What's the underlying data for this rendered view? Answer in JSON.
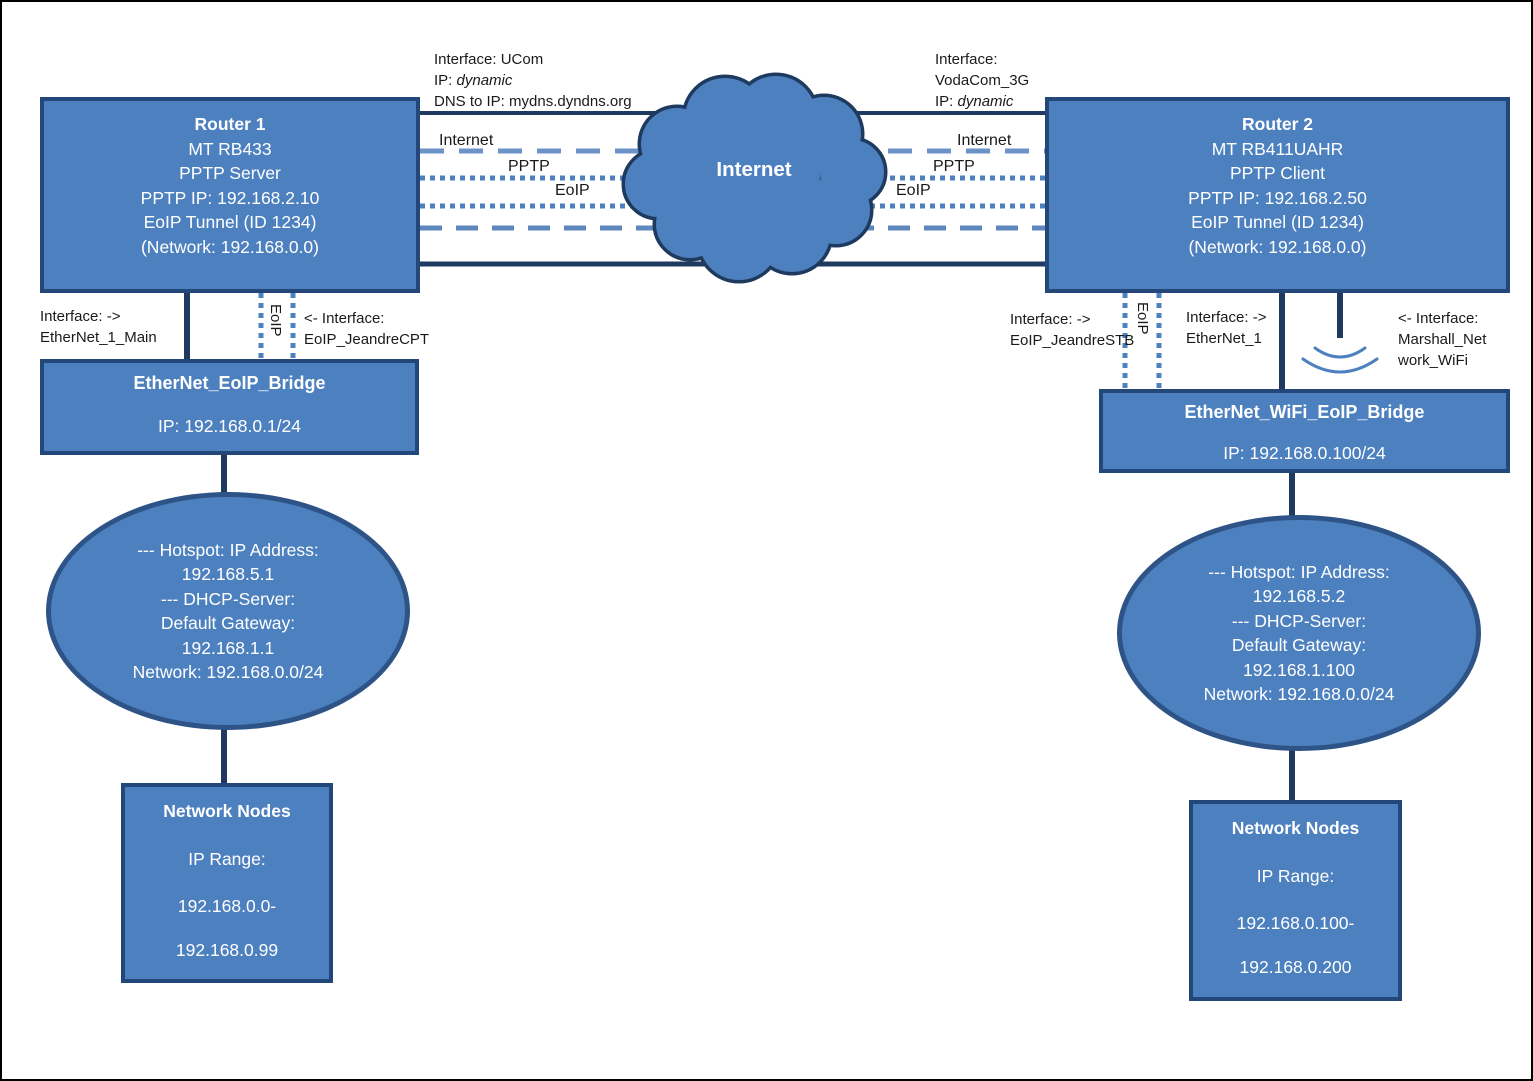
{
  "colors": {
    "box_fill": "#4d80bf",
    "box_border": "#24477a",
    "ellipse_border": "#2e5487",
    "solid_line": "#1f3a5f",
    "dashed_line": "#6b93c8",
    "dotted_line": "#4d80bf",
    "text_light": "#ffffff",
    "text_dark": "#1a1a1a"
  },
  "cloud": {
    "label": "Internet"
  },
  "tunnel_labels": {
    "left": {
      "internet": "Internet",
      "pptp": "PPTP",
      "eoip": "EoIP"
    },
    "right": {
      "internet": "Internet",
      "pptp": "PPTP",
      "eoip": "EoIP"
    }
  },
  "wan1": {
    "interface": "Interface: UCom",
    "ip_prefix": "IP: ",
    "ip_value": "dynamic",
    "dns": "DNS to IP: mydns.dyndns.org"
  },
  "wan2": {
    "interface": "Interface:",
    "name": "VodaCom_3G",
    "ip_prefix": "IP: ",
    "ip_value": "dynamic"
  },
  "router1": {
    "title": "Router 1",
    "lines": [
      "MT RB433",
      "PPTP Server",
      "PPTP IP: 192.168.2.10",
      "EoIP Tunnel (ID 1234)",
      "(Network: 192.168.0.0)"
    ]
  },
  "router2": {
    "title": "Router 2",
    "lines": [
      "MT RB411UAHR",
      "PPTP Client",
      "PPTP IP: 192.168.2.50",
      "EoIP Tunnel  (ID 1234)",
      "(Network: 192.168.0.0)"
    ]
  },
  "interfaces": {
    "r1_lan": [
      "Interface: ->",
      "EtherNet_1_Main"
    ],
    "r1_eoip": [
      "<- Interface:",
      "EoIP_JeandreCPT"
    ],
    "r1_eoip_vertical": "EoIP",
    "r2_eoip": [
      "Interface: ->",
      "EoIP_JeandreSTB"
    ],
    "r2_eoip_vertical": "EoIP",
    "r2_lan": [
      "Interface: ->",
      "EtherNet_1"
    ],
    "r2_wifi": [
      "<- Interface:",
      "Marshall_Net",
      "work_WiFi"
    ]
  },
  "bridge1": {
    "title": "EtherNet_EoIP_Bridge",
    "ip": "IP: 192.168.0.1/24"
  },
  "bridge2": {
    "title": "EtherNet_WiFi_EoIP_Bridge",
    "ip": "IP: 192.168.0.100/24"
  },
  "hotspot1": {
    "lines": [
      "--- Hotspot: IP Address:",
      "192.168.5.1",
      "--- DHCP-Server:",
      "Default Gateway:",
      "192.168.1.1",
      "Network: 192.168.0.0/24"
    ]
  },
  "hotspot2": {
    "lines": [
      "--- Hotspot: IP Address:",
      "192.168.5.2",
      "--- DHCP-Server:",
      "Default Gateway:",
      "192.168.1.100",
      "Network: 192.168.0.0/24"
    ]
  },
  "nodes1": {
    "title": "Network Nodes",
    "lines": [
      "IP Range:",
      "192.168.0.0-",
      "192.168.0.99"
    ]
  },
  "nodes2": {
    "title": "Network Nodes",
    "lines": [
      "IP Range:",
      "192.168.0.100-",
      "192.168.0.200"
    ]
  }
}
